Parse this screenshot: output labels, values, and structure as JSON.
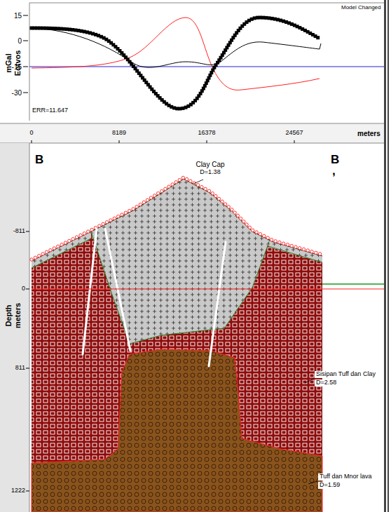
{
  "diagram": {
    "labels": [
      "Model Changed",
      "mGal",
      "Eotvos",
      "15",
      "0",
      "-15",
      "-30",
      "ERR=11.647",
      "0",
      "8189",
      "16378",
      "24567",
      "meters",
      "B",
      "Clay Cap",
      "D=1.38",
      "B",
      ",",
      "Depth",
      "meters",
      "-811",
      "0",
      "811",
      "Sisipan Tuff dan Clay",
      "D=2.58",
      "1222",
      "Tuff dan Mnor lava",
      "D=1.59"
    ]
  }
}
